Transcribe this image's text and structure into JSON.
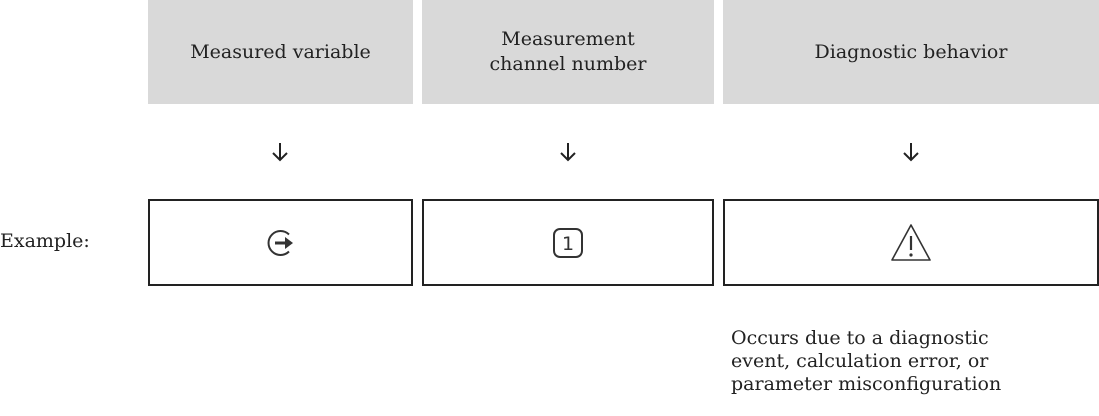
{
  "headers": {
    "measured_variable": "Measured variable",
    "channel_number": "Measurement\nchannel number",
    "diagnostic_behavior": "Diagnostic behavior"
  },
  "example_label": "Example:",
  "channel_value": "1",
  "icons": {
    "measured_variable": "output-arrow-circle-icon",
    "channel_number": "channel-number-box-icon",
    "diagnostic_behavior": "warning-triangle-icon"
  },
  "note": "Occurs due to a diagnostic\nevent, calculation error, or\nparameter misconfiguration"
}
